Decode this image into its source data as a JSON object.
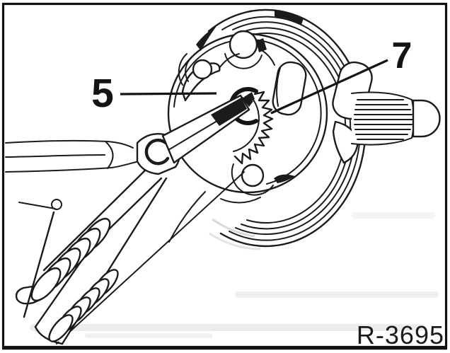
{
  "figure": {
    "callouts": [
      {
        "text": "5"
      },
      {
        "text": "7"
      }
    ],
    "reference_code": "R-3695"
  },
  "colors": {
    "ink": "#1b1b1b",
    "paper": "#ffffff"
  }
}
